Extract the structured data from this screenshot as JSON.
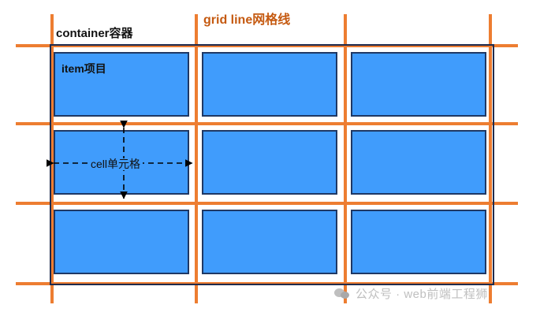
{
  "diagram": {
    "title_labels": {
      "container": "container容器",
      "grid_line": "grid line网格线",
      "item": "item项目",
      "cell": "cell单元格"
    },
    "colors": {
      "grid_line": "#ED7D31",
      "grid_line_text": "#C55A11",
      "item_fill": "#409CFC",
      "item_border": "#1F3864",
      "container_border": "#1F2B4D",
      "label_text": "#111111",
      "watermark": "#BFBFBF",
      "background": "#FFFFFF"
    },
    "grid": {
      "rows": 3,
      "columns": 3,
      "item_count": 9,
      "items": [
        {
          "label": "item项目"
        },
        {
          "label": ""
        },
        {
          "label": ""
        },
        {
          "label": ""
        },
        {
          "label": ""
        },
        {
          "label": ""
        },
        {
          "label": ""
        },
        {
          "label": ""
        },
        {
          "label": ""
        }
      ]
    },
    "annotations": [
      {
        "name": "cell-width-measure",
        "orientation": "horizontal",
        "label": "cell单元格"
      },
      {
        "name": "cell-height-measure",
        "orientation": "vertical",
        "label": ""
      }
    ]
  },
  "watermark": {
    "icon": "wechat-bubbles-icon",
    "text": "公众号 · web前端工程狮"
  }
}
